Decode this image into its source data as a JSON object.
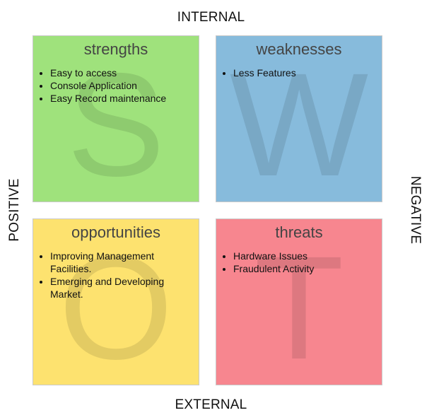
{
  "axes": {
    "top": "INTERNAL",
    "bottom": "EXTERNAL",
    "left": "POSITIVE",
    "right": "NEGATIVE"
  },
  "quadrants": [
    {
      "title": "strengths",
      "letter": "S",
      "color": "#9fe27c",
      "items": [
        "Easy to access",
        "Console Application",
        "Easy Record maintenance"
      ]
    },
    {
      "title": "weaknesses",
      "letter": "W",
      "color": "#87bbdc",
      "items": [
        "Less Features"
      ]
    },
    {
      "title": "opportunities",
      "letter": "O",
      "color": "#fde26f",
      "items": [
        "Improving Management Facilities.",
        "Emerging and Developing Market."
      ]
    },
    {
      "title": "threats",
      "letter": "T",
      "color": "#f7868f",
      "items": [
        "Hardware Issues",
        "Fraudulent Activity"
      ]
    }
  ]
}
